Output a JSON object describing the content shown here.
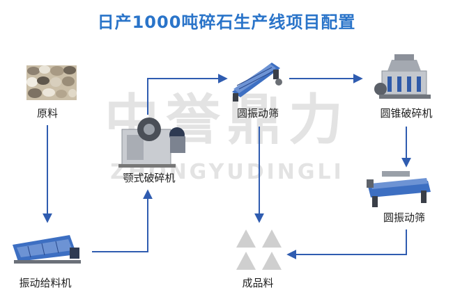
{
  "title": "日产1000吨碎石生产线项目配置",
  "watermark": {
    "cn": "中誉鼎力",
    "en": "ZHONGYUDINGLI"
  },
  "nodes": {
    "raw": "原料",
    "jaw": "颚式破碎机",
    "screen1": "圆振动筛",
    "cone": "圆锥破碎机",
    "screen2": "圆振动筛",
    "feeder": "振动给料机",
    "product": "成品料"
  },
  "colors": {
    "title": "#2a74c9",
    "arrow": "#2f5cb0",
    "machine_blue": "#3d6fc2",
    "pile": "#cfcfcf"
  }
}
